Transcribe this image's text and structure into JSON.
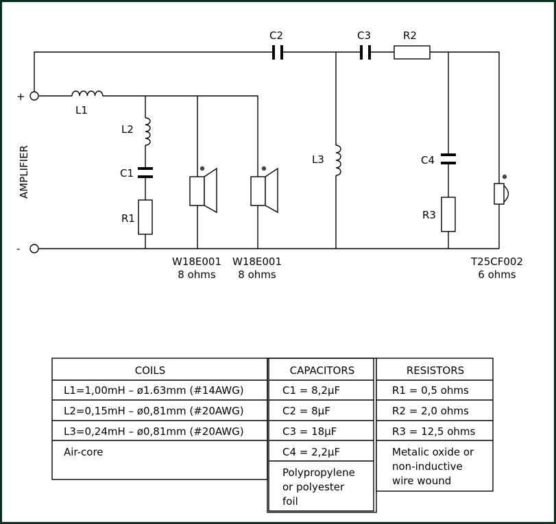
{
  "components": {
    "C2": "C2",
    "C3": "C3",
    "R2": "R2",
    "L1": "L1",
    "L2": "L2",
    "C1": "C1",
    "R1": "R1",
    "L3": "L3",
    "C4": "C4",
    "R3": "R3"
  },
  "terminals": {
    "plus": "+",
    "minus": "-",
    "source": "AMPLIFIER"
  },
  "drivers": [
    {
      "model": "W18E001",
      "impedance": "8 ohms"
    },
    {
      "model": "W18E001",
      "impedance": "8 ohms"
    },
    {
      "model": "T25CF002",
      "impedance": "6 ohms"
    }
  ],
  "table": {
    "coils": {
      "header": "COILS",
      "rows": [
        "L1=1,00mH – ø1.63mm (#14AWG)",
        "L2=0,15mH – ø0,81mm (#20AWG)",
        "L3=0,24mH – ø0,81mm (#20AWG)"
      ],
      "note": "Air-core"
    },
    "capacitors": {
      "header": "CAPACITORS",
      "rows": [
        "C1 = 8,2µF",
        "C2 = 8µF",
        "C3 = 18µF",
        "C4 = 2,2µF"
      ],
      "note": [
        "Polypropylene",
        "or polyester",
        "foil"
      ]
    },
    "resistors": {
      "header": "RESISTORS",
      "rows": [
        "R1 = 0,5 ohms",
        "R2 = 2,0 ohms",
        "R3 = 12,5 ohms"
      ],
      "note": [
        "Metalic oxide or",
        "non-inductive",
        "wire wound"
      ]
    }
  }
}
